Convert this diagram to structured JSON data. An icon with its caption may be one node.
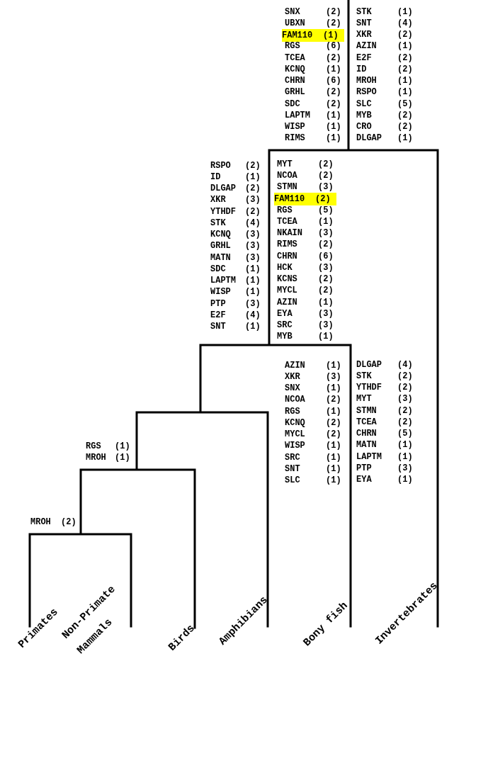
{
  "diagram": {
    "labels": [
      "SNX (2)",
      "UBXN (2)",
      "FAM110 (1)",
      "RGS (6)",
      "TCEA (2)",
      "KCNQ (1)",
      "CHRN (6)",
      "GRHL (2)",
      "SDC (2)",
      "LAPTM (1)",
      "WISP (1)",
      "RIMS (1)",
      "STK (1)",
      "SNT (4)",
      "XKR (2)",
      "AZIN (1)",
      "E2F (2)",
      "ID (2)",
      "MROH (1)",
      "RSPO (1)",
      "SLC (5)",
      "MYB (2)",
      "CRO (2)",
      "DLGAP (1)",
      "RSPO (2)",
      "ID (1)",
      "DLGAP (2)",
      "XKR (3)",
      "YTHDF (2)",
      "STK (4)",
      "KCNQ (3)",
      "GRHL (3)",
      "MATN (3)",
      "SDC (1)",
      "LAPTM (1)",
      "WISP (1)",
      "PTP (3)",
      "E2F (4)",
      "SNT (1)",
      "MYT (2)",
      "NCOA (2)",
      "STMN (3)",
      "FAM110 (2)",
      "RGS (5)",
      "TCEA (1)",
      "NKAIN (3)",
      "RIMS (2)",
      "CHRN (6)",
      "HCK (3)",
      "KCNS (2)",
      "MYCL (2)",
      "AZIN (1)",
      "EYA (3)",
      "SRC (3)",
      "MYB (1)",
      "AZIN (1)",
      "XKR (3)",
      "SNX (1)",
      "NCOA (2)",
      "RGS (1)",
      "KCNQ (2)",
      "MYCL (2)",
      "WISP (1)",
      "SRC (1)",
      "SNT (1)",
      "SLC (1)",
      "DLGAP (4)",
      "STK (2)",
      "YTHDF (2)",
      "MYT (3)",
      "STMN (2)",
      "TCEA (2)",
      "CHRN (5)",
      "MATN (1)",
      "LAPTM (1)",
      "PTP (3)",
      "EYA (1)",
      "RGS (1)",
      "MROH (1)",
      "MROH (2)",
      "Primates",
      "Non-Primate Mammals",
      "Birds",
      "Amphibians",
      "Bony fish",
      "Invertebrates"
    ]
  }
}
